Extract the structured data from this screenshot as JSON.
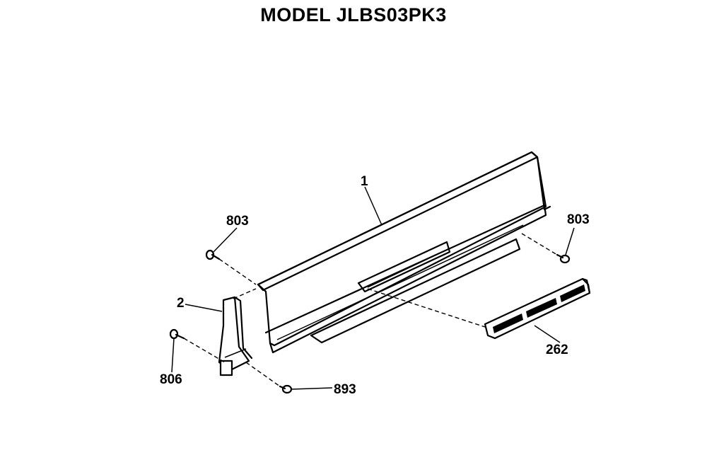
{
  "title": "MODEL JLBS03PK3",
  "callouts": {
    "backguard": "1",
    "end_cap": "2",
    "screw_left_top": "803",
    "screw_right_top": "803",
    "vent_grille": "262",
    "screw_left_bottom": "806",
    "screw_bottom": "893"
  }
}
